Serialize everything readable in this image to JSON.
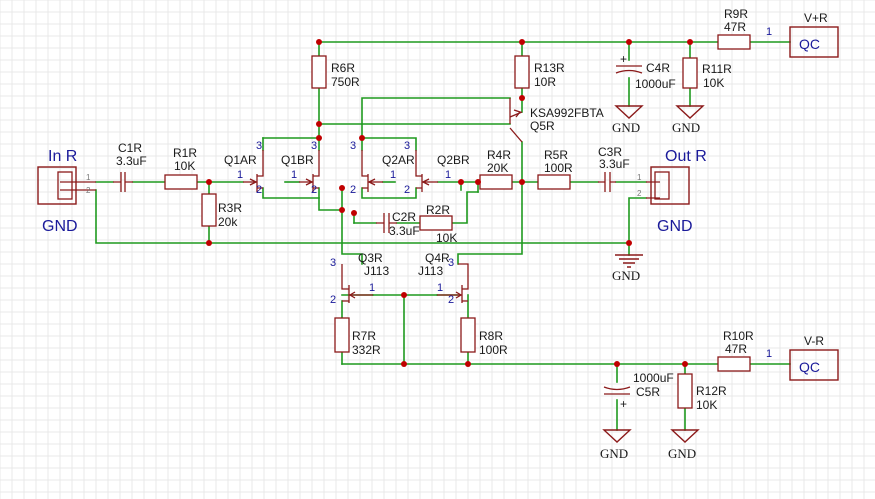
{
  "colors": {
    "wire": "#1f9a1f",
    "part": "#8b1a1a",
    "junction": "#c00000",
    "pin_text": "#1a1a9a",
    "grid": "#e9e9e9"
  },
  "ports": {
    "in": {
      "title": "In R",
      "gnd": "GND",
      "pins": [
        "1",
        "2"
      ]
    },
    "out": {
      "title": "Out R",
      "gnd": "GND",
      "pins": [
        "1",
        "2"
      ]
    }
  },
  "power": {
    "vplus": {
      "net": "V+R",
      "pin": "1",
      "conn": "QC"
    },
    "vminus": {
      "net": "V-R",
      "pin": "1",
      "conn": "QC"
    }
  },
  "gnd_label": "GND",
  "resistors": [
    {
      "ref": "R1R",
      "value": "10K"
    },
    {
      "ref": "R2R",
      "value": "10K"
    },
    {
      "ref": "R3R",
      "value": "20k"
    },
    {
      "ref": "R4R",
      "value": "20K"
    },
    {
      "ref": "R5R",
      "value": "100R"
    },
    {
      "ref": "R6R",
      "value": "750R"
    },
    {
      "ref": "R7R",
      "value": "332R"
    },
    {
      "ref": "R8R",
      "value": "100R"
    },
    {
      "ref": "R9R",
      "value": "47R"
    },
    {
      "ref": "R10R",
      "value": "47R"
    },
    {
      "ref": "R11R",
      "value": "10K"
    },
    {
      "ref": "R12R",
      "value": "10K"
    },
    {
      "ref": "R13R",
      "value": "10R"
    }
  ],
  "capacitors": [
    {
      "ref": "C1R",
      "value": "3.3uF"
    },
    {
      "ref": "C2R",
      "value": "3.3uF"
    },
    {
      "ref": "C3R",
      "value": "3.3uF"
    },
    {
      "ref": "C4R",
      "value": "1000uF"
    },
    {
      "ref": "C5R",
      "value": "1000uF"
    }
  ],
  "transistors": [
    {
      "ref": "Q1AR",
      "part": "",
      "pins": [
        "3",
        "1",
        "2"
      ]
    },
    {
      "ref": "Q1BR",
      "part": "",
      "pins": [
        "3",
        "1",
        "2"
      ]
    },
    {
      "ref": "Q2AR",
      "part": "",
      "pins": [
        "3",
        "1",
        "2"
      ]
    },
    {
      "ref": "Q2BR",
      "part": "",
      "pins": [
        "3",
        "1",
        "2"
      ]
    },
    {
      "ref": "Q3R",
      "part": "J113",
      "pins": [
        "3",
        "1",
        "2"
      ]
    },
    {
      "ref": "Q4R",
      "part": "J113",
      "pins": [
        "3",
        "1",
        "2"
      ]
    },
    {
      "ref": "Q5R",
      "part": "KSA992FBTA"
    }
  ],
  "polarity": "+"
}
